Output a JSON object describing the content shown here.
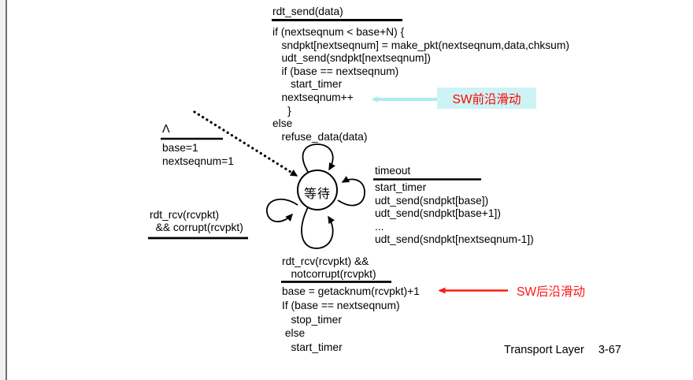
{
  "window": {
    "footer": {
      "section": "Transport Layer",
      "page": "3-67"
    }
  },
  "diagram": {
    "state": {
      "label": "等待"
    },
    "init_transition": {
      "event": "Λ",
      "actions": [
        "base=1",
        "nextseqnum=1"
      ]
    },
    "send_transition": {
      "event": "rdt_send(data)",
      "actions": [
        "if (nextseqnum < base+N) {",
        "   sndpkt[nextseqnum] = make_pkt(nextseqnum,data,chksum)",
        "   udt_send(sndpkt[nextseqnum])",
        "   if (base == nextseqnum)",
        "      start_timer",
        "   nextseqnum++",
        "     }",
        "else",
        "   refuse_data(data)"
      ]
    },
    "timeout_transition": {
      "event": "timeout",
      "actions": [
        "start_timer",
        "udt_send(sndpkt[base])",
        "udt_send(sndpkt[base+1])",
        "...",
        "udt_send(sndpkt[nextseqnum-1])"
      ]
    },
    "corrupt_transition": {
      "event_lines": [
        "rdt_rcv(rcvpkt)",
        "  && corrupt(rcvpkt)"
      ]
    },
    "ack_transition": {
      "event_lines": [
        "rdt_rcv(rcvpkt) &&",
        "   notcorrupt(rcvpkt)"
      ],
      "actions": [
        "base = getacknum(rcvpkt)+1",
        "If (base == nextseqnum)",
        "   stop_timer",
        " else",
        "   start_timer"
      ]
    }
  },
  "annotations": {
    "front_slide": {
      "label": "SW前沿滑动",
      "text_color": "#ff0000",
      "bg_color": "#cdf3f5",
      "line_color": "#aeeaf2"
    },
    "back_slide": {
      "label": "SW后沿滑动",
      "text_color": "#ff1414",
      "line_color": "#fa1d10"
    }
  }
}
